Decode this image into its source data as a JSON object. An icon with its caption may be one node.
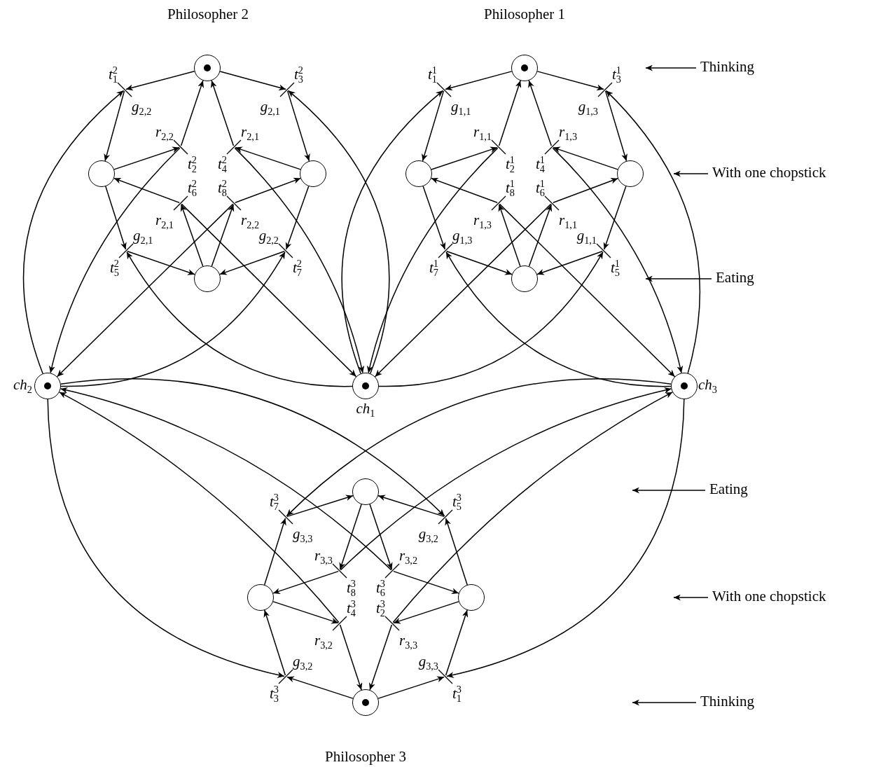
{
  "diagram": {
    "nodes": [
      {
        "text": [],
        "shape": "circle"
      },
      {
        "text": [
          "t$_{1}$$^{2}$"
        ],
        "beside": [
          "g$_{2,2}$"
        ]
      },
      {
        "text": [
          "t$_{3}$$^{2}$"
        ],
        "beside": [
          "g$_{2,1}$"
        ]
      },
      {
        "text": [
          "t$_{2}$$^{2}$"
        ],
        "beside": [
          "r$_{2,2}$"
        ]
      },
      {
        "text": [
          "t$_{4}$$^{2}$"
        ],
        "beside": [
          "r$_{2,1}$"
        ]
      },
      {
        "text": [],
        "shape": "circle"
      },
      {
        "text": [],
        "shape": "circle"
      },
      {
        "text": [
          "t$_{6}$$^{2}$"
        ],
        "beside": [
          "r$_{2,1}$"
        ]
      },
      {
        "text": [
          "t$_{8}$$^{2}$"
        ],
        "beside": [
          "r$_{2,2}$"
        ]
      },
      {
        "text": [
          "t$_{5}$$^{2}$"
        ],
        "beside": [
          "g$_{2,1}$"
        ]
      },
      {
        "text": [
          "t$_{7}$$^{2}$"
        ],
        "beside": [
          "g$_{2,2}$"
        ]
      },
      {
        "text": [],
        "shape": "circle"
      },
      {
        "text": [],
        "shape": "circle"
      },
      {
        "text": [
          "t$_{1}$$^{1}$"
        ],
        "beside": [
          "g$_{1,1}$"
        ]
      },
      {
        "text": [
          "t$_{3}$$^{1}$"
        ],
        "beside": [
          "g$_{1,3}$"
        ]
      },
      {
        "text": [
          "t$_{2}$$^{1}$"
        ],
        "beside": [
          "r$_{1,1}$"
        ]
      },
      {
        "text": [
          "t$_{4}$$^{1}$"
        ],
        "beside": [
          "r$_{1,3}$"
        ]
      },
      {
        "text": [],
        "shape": "circle"
      },
      {
        "text": [],
        "shape": "circle"
      },
      {
        "text": [
          "t$_{8}$$^{1}$"
        ],
        "beside": [
          "r$_{1,3}$"
        ]
      },
      {
        "text": [
          "t$_{6}$$^{1}$"
        ],
        "beside": [
          "r$_{1,1}$"
        ]
      },
      {
        "text": [
          "t$_{7}$$^{1}$"
        ],
        "beside": [
          "g$_{1,3}$"
        ]
      },
      {
        "text": [
          "t$_{5}$$^{1}$"
        ],
        "beside": [
          "g$_{1,1}$"
        ]
      },
      {
        "text": [],
        "shape": "circle"
      },
      {
        "text": [
          "ch$_{2}$"
        ]
      },
      {
        "text": [
          "ch$_{1}$"
        ]
      },
      {
        "text": [
          "ch$_{3}$"
        ]
      },
      {
        "text": [],
        "shape": "circle"
      },
      {
        "text": [
          "t$_{7}$$^{3}$"
        ],
        "beside": [
          "g$_{3,3}$"
        ]
      },
      {
        "text": [
          "t$_{5}$$^{3}$"
        ],
        "beside": [
          "g$_{3,2}$"
        ]
      },
      {
        "text": [
          "t$_{8}$$^{3}$"
        ],
        "beside": [
          "r$_{3,3}$"
        ]
      },
      {
        "text": [
          "t$_{6}$$^{3}$"
        ],
        "beside": [
          "r$_{3,2}$"
        ]
      },
      {
        "text": [],
        "shape": "circle"
      },
      {
        "text": [],
        "shape": "circle"
      },
      {
        "text": [
          "t$_{4}$$^{3}$"
        ],
        "beside": [
          "r$_{3,2}$"
        ]
      },
      {
        "text": [
          "t$_{2}$$^{3}$"
        ],
        "beside": [
          "r$_{3,3}$"
        ]
      },
      {
        "text": [
          "t$_{3}$$^{3}$"
        ],
        "beside": [
          "g$_{3,2}$"
        ]
      },
      {
        "text": [
          "t$_{1}$$^{3}$"
        ],
        "beside": [
          "g$_{3,3}$"
        ]
      },
      {
        "text": [],
        "shape": "circle"
      },
      {
        "text": [
          "Thinking"
        ]
      },
      {
        "text": [
          "With one chopstick"
        ]
      },
      {
        "text": [
          "Eating"
        ]
      },
      {
        "text": [
          "Eating"
        ]
      },
      {
        "text": [
          "With one chopstick"
        ]
      },
      {
        "text": [
          "Thinking"
        ]
      }
    ],
    "edges": [
      {
        "from": 0,
        "to": 1,
        "arrow": "to"
      },
      {
        "from": 0,
        "to": 2,
        "arrow": "to"
      },
      {
        "from": 1,
        "to": 5,
        "arrow": "to"
      },
      {
        "from": 2,
        "to": 6,
        "arrow": "to"
      },
      {
        "from": 5,
        "to": 3,
        "arrow": "to"
      },
      {
        "from": 3,
        "to": 0,
        "arrow": "to"
      },
      {
        "from": 6,
        "to": 4,
        "arrow": "to"
      },
      {
        "from": 4,
        "to": 0,
        "arrow": "to"
      },
      {
        "from": 5,
        "to": 9,
        "arrow": "to"
      },
      {
        "from": 9,
        "to": 11,
        "arrow": "to"
      },
      {
        "from": 6,
        "to": 10,
        "arrow": "to"
      },
      {
        "from": 10,
        "to": 11,
        "arrow": "to"
      },
      {
        "from": 11,
        "to": 7,
        "arrow": "to"
      },
      {
        "from": 7,
        "to": 5,
        "arrow": "to"
      },
      {
        "from": 11,
        "to": 8,
        "arrow": "to"
      },
      {
        "from": 8,
        "to": 6,
        "arrow": "to"
      },
      {
        "from": 24,
        "to": 1,
        "arrow": "to"
      },
      {
        "from": 25,
        "to": 2,
        "arrow": "to"
      },
      {
        "from": 3,
        "to": 24,
        "arrow": "to"
      },
      {
        "from": 4,
        "to": 25,
        "arrow": "to"
      },
      {
        "from": 7,
        "to": 25,
        "arrow": "to"
      },
      {
        "from": 8,
        "to": 24,
        "arrow": "to"
      },
      {
        "from": 25,
        "to": 9,
        "arrow": "to"
      },
      {
        "from": 24,
        "to": 10,
        "arrow": "to"
      },
      {
        "from": 12,
        "to": 13,
        "arrow": "to"
      },
      {
        "from": 12,
        "to": 14,
        "arrow": "to"
      },
      {
        "from": 13,
        "to": 17,
        "arrow": "to"
      },
      {
        "from": 14,
        "to": 18,
        "arrow": "to"
      },
      {
        "from": 17,
        "to": 15,
        "arrow": "to"
      },
      {
        "from": 15,
        "to": 12,
        "arrow": "to"
      },
      {
        "from": 18,
        "to": 16,
        "arrow": "to"
      },
      {
        "from": 16,
        "to": 12,
        "arrow": "to"
      },
      {
        "from": 17,
        "to": 21,
        "arrow": "to"
      },
      {
        "from": 21,
        "to": 23,
        "arrow": "to"
      },
      {
        "from": 18,
        "to": 22,
        "arrow": "to"
      },
      {
        "from": 22,
        "to": 23,
        "arrow": "to"
      },
      {
        "from": 23,
        "to": 19,
        "arrow": "to"
      },
      {
        "from": 19,
        "to": 17,
        "arrow": "to"
      },
      {
        "from": 23,
        "to": 20,
        "arrow": "to"
      },
      {
        "from": 20,
        "to": 18,
        "arrow": "to"
      },
      {
        "from": 25,
        "to": 13,
        "arrow": "to"
      },
      {
        "from": 26,
        "to": 14,
        "arrow": "to"
      },
      {
        "from": 15,
        "to": 25,
        "arrow": "to"
      },
      {
        "from": 16,
        "to": 26,
        "arrow": "to"
      },
      {
        "from": 19,
        "to": 26,
        "arrow": "to"
      },
      {
        "from": 20,
        "to": 25,
        "arrow": "to"
      },
      {
        "from": 26,
        "to": 21,
        "arrow": "to"
      },
      {
        "from": 25,
        "to": 22,
        "arrow": "to"
      },
      {
        "from": 38,
        "to": 36,
        "arrow": "to"
      },
      {
        "from": 38,
        "to": 37,
        "arrow": "to"
      },
      {
        "from": 36,
        "to": 32,
        "arrow": "to"
      },
      {
        "from": 37,
        "to": 33,
        "arrow": "to"
      },
      {
        "from": 32,
        "to": 34,
        "arrow": "to"
      },
      {
        "from": 34,
        "to": 38,
        "arrow": "to"
      },
      {
        "from": 33,
        "to": 35,
        "arrow": "to"
      },
      {
        "from": 35,
        "to": 38,
        "arrow": "to"
      },
      {
        "from": 32,
        "to": 28,
        "arrow": "to"
      },
      {
        "from": 28,
        "to": 27,
        "arrow": "to"
      },
      {
        "from": 33,
        "to": 29,
        "arrow": "to"
      },
      {
        "from": 29,
        "to": 27,
        "arrow": "to"
      },
      {
        "from": 27,
        "to": 30,
        "arrow": "to"
      },
      {
        "from": 30,
        "to": 32,
        "arrow": "to"
      },
      {
        "from": 27,
        "to": 31,
        "arrow": "to"
      },
      {
        "from": 31,
        "to": 33,
        "arrow": "to"
      },
      {
        "from": 24,
        "to": 36,
        "arrow": "to"
      },
      {
        "from": 26,
        "to": 37,
        "arrow": "to"
      },
      {
        "from": 34,
        "to": 24,
        "arrow": "to"
      },
      {
        "from": 35,
        "to": 26,
        "arrow": "to"
      },
      {
        "from": 30,
        "to": 26,
        "arrow": "to"
      },
      {
        "from": 31,
        "to": 24,
        "arrow": "to"
      },
      {
        "from": 26,
        "to": 28,
        "arrow": "to"
      },
      {
        "from": 24,
        "to": 29,
        "arrow": "to"
      },
      {
        "from": 39,
        "to": null,
        "arrow": "to"
      },
      {
        "from": 40,
        "to": null,
        "arrow": "to"
      },
      {
        "from": 41,
        "to": null,
        "arrow": "to"
      },
      {
        "from": 42,
        "to": null,
        "arrow": "to"
      },
      {
        "from": 43,
        "to": null,
        "arrow": "to"
      },
      {
        "from": 44,
        "to": null,
        "arrow": "to"
      }
    ],
    "labels": [
      "Philosopher 2",
      "Philosopher 1",
      "Philosopher 3"
    ]
  }
}
